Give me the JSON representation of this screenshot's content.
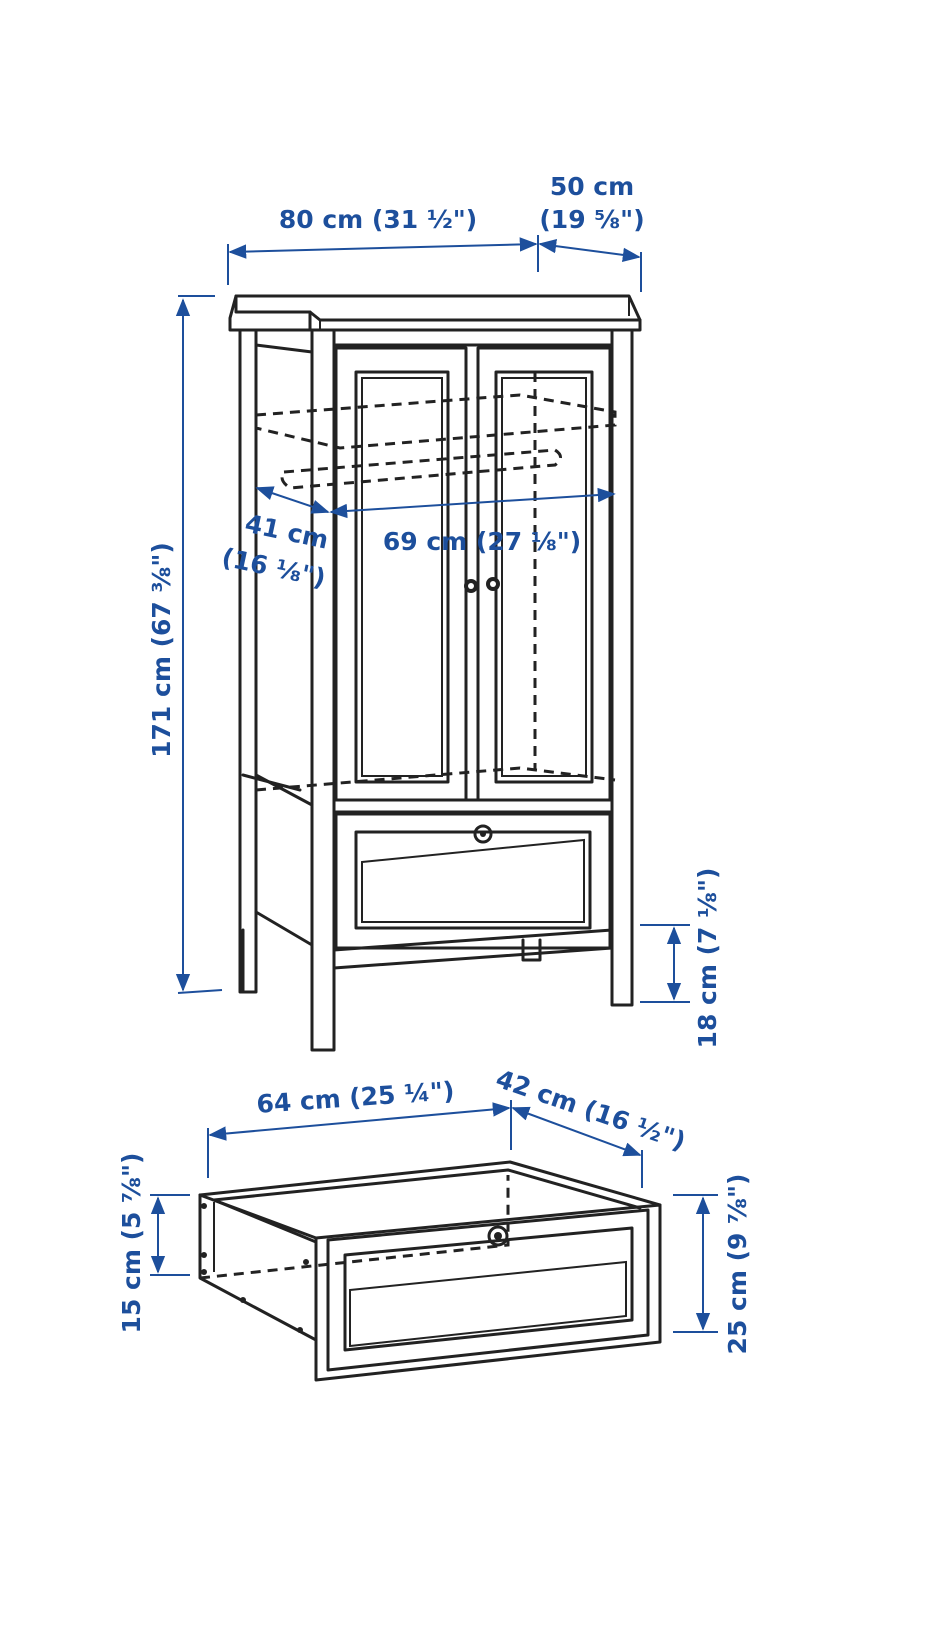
{
  "colors": {
    "dimension": "#1d4f9c",
    "outline": "#222222",
    "background": "#ffffff"
  },
  "dimensions": {
    "width": "80 cm (31 ½\")",
    "depth_cm": "50 cm",
    "depth_in": "(19 ⅝\")",
    "height": "171 cm (67 ⅜\")",
    "inner_depth_cm": "41 cm",
    "inner_depth_in": "(16 ⅛\")",
    "inner_width": "69 cm (27 ⅛\")",
    "leg_height": "18 cm (7 ⅛\")",
    "drawer_width": "64 cm (25 ¼\")",
    "drawer_depth": "42 cm (16 ½\")",
    "drawer_inner_height": "15 cm (5 ⅞\")",
    "drawer_height": "25 cm (9 ⅞\")"
  }
}
